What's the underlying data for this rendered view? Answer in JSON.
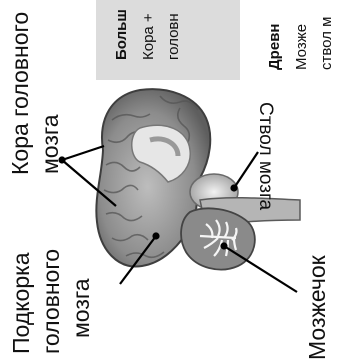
{
  "labels": {
    "cortex": [
      "Кора головного",
      "мозга"
    ],
    "subcortex": [
      "Подкорка",
      "головного",
      "мозга"
    ],
    "brainstem": "Ствол мозга",
    "cerebellum": "Мозжечок"
  },
  "panels": {
    "large": {
      "title": "Больш",
      "line1": "Кора +",
      "line2": "головн"
    },
    "ancient": {
      "title": "Древн",
      "line1": "Мозже",
      "line2": "ствол м"
    }
  }
}
